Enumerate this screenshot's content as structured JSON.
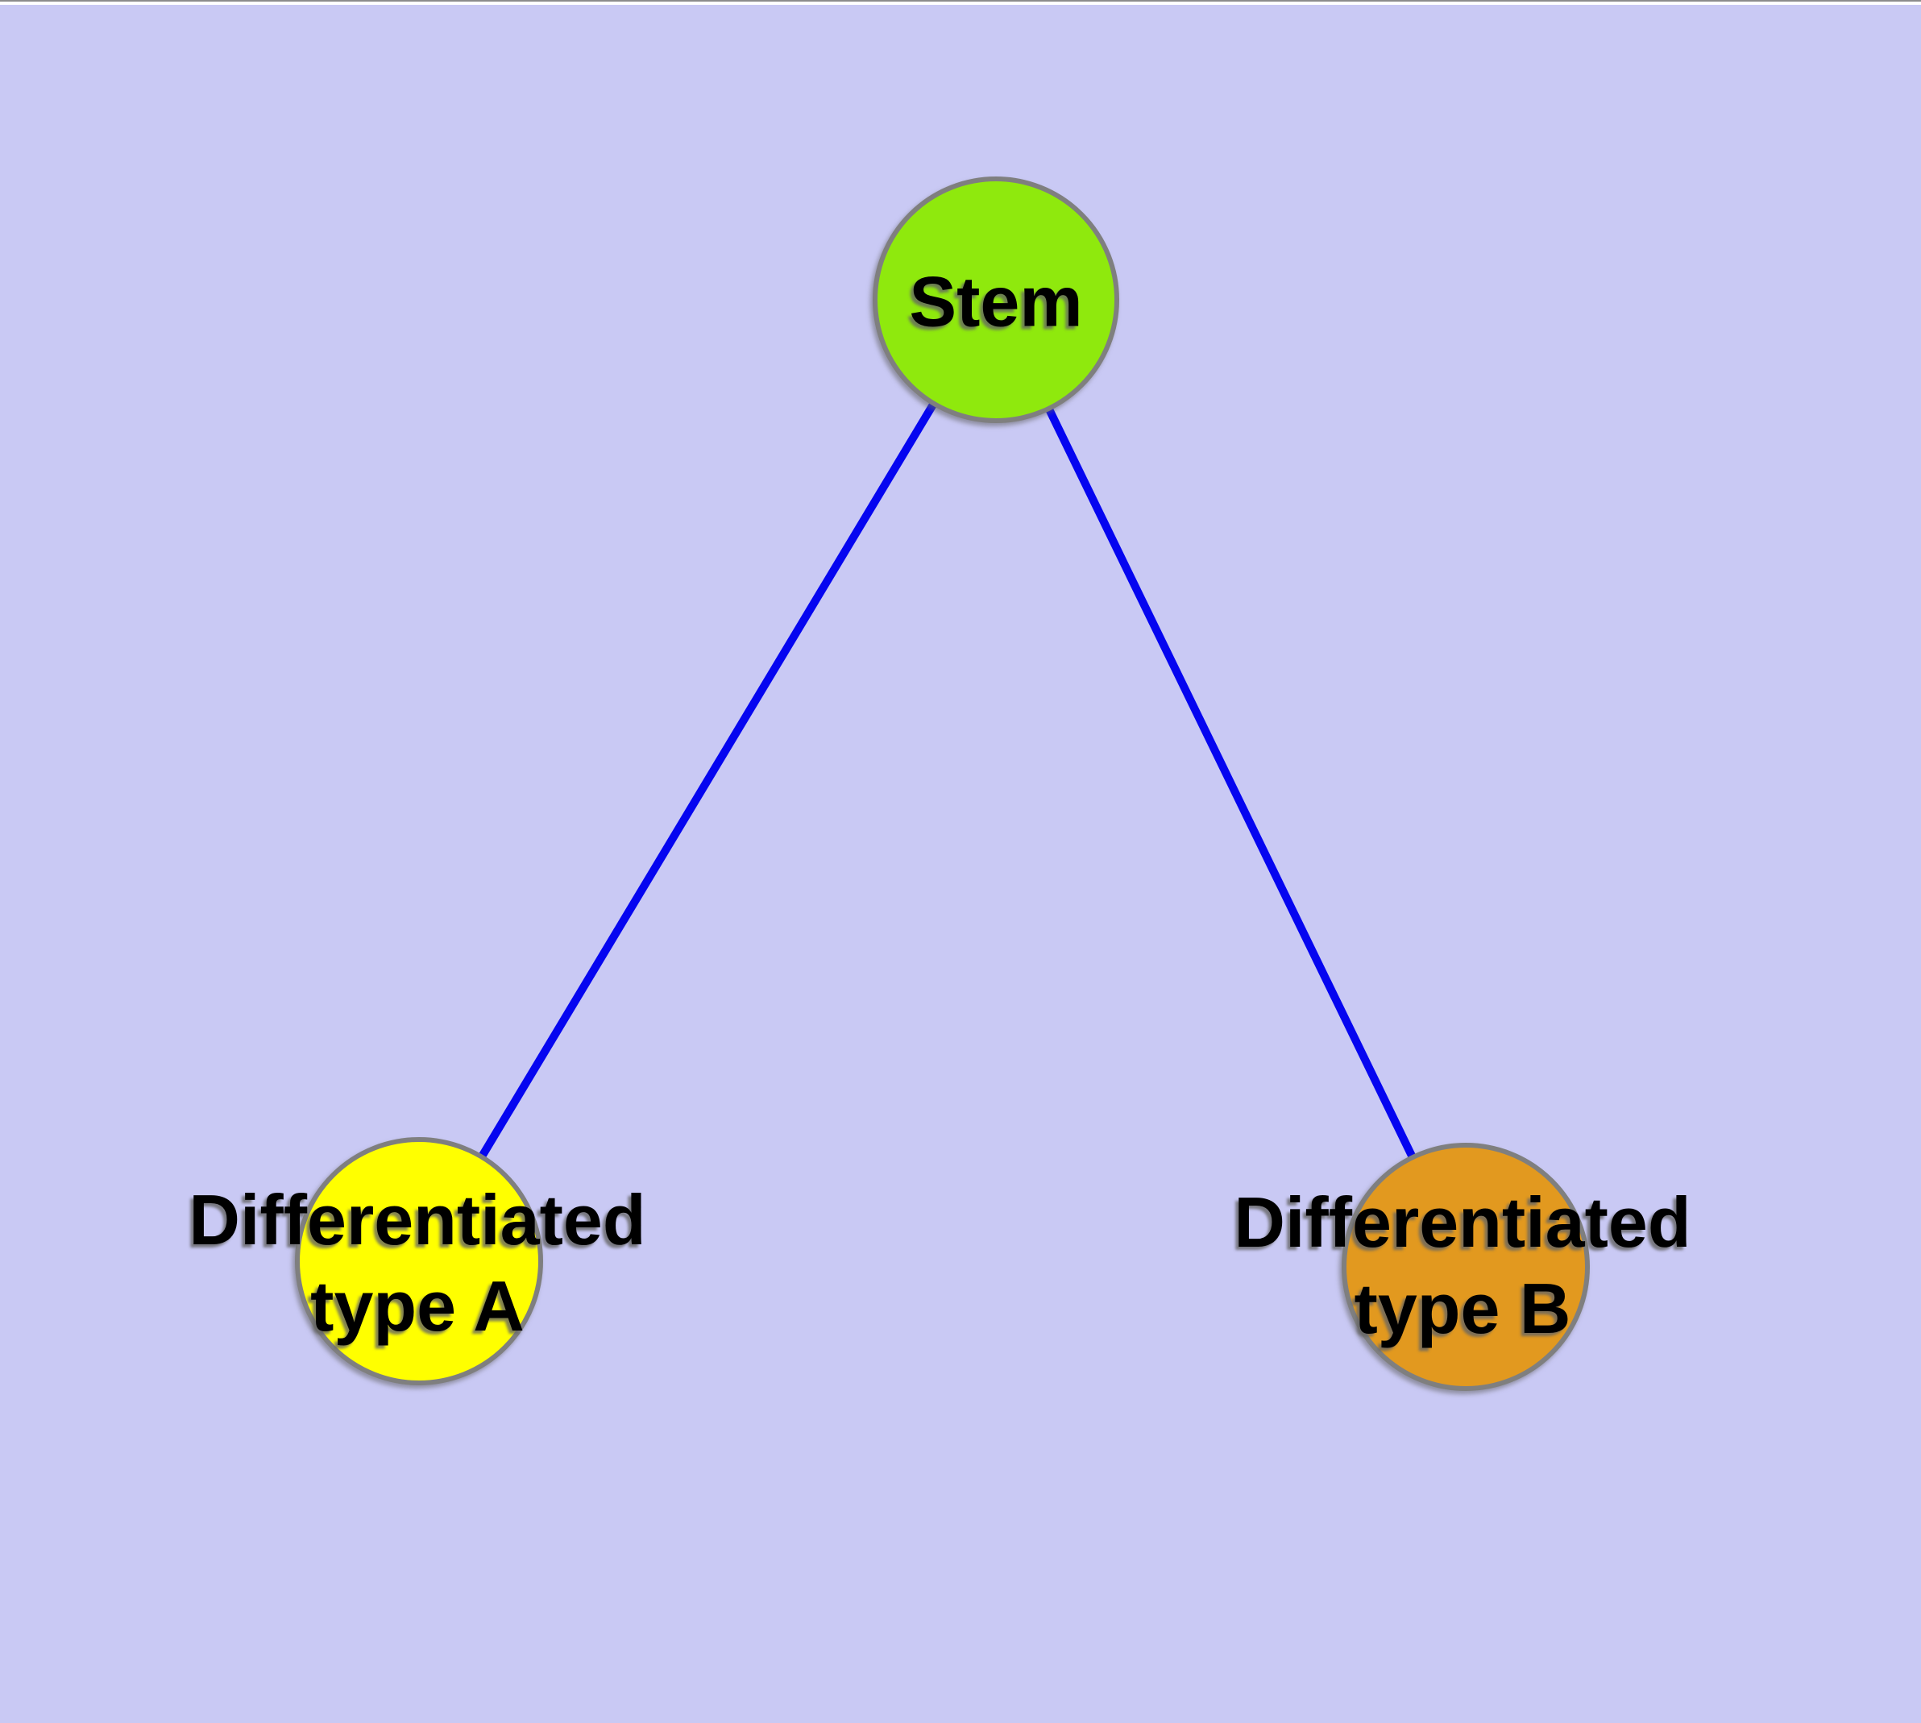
{
  "diagram": {
    "background_color": "#c9c9f4",
    "node_border_color": "#7f7f7f",
    "edge_color": "#0505f0",
    "text_color": "#000000",
    "nodes": [
      {
        "id": "stem",
        "label": "Stem",
        "fill": "#8fe90d"
      },
      {
        "id": "typeA",
        "label": "Differentiated\ntype A",
        "fill": "#ffff00"
      },
      {
        "id": "typeB",
        "label": "Differentiated\ntype B",
        "fill": "#e2991f"
      }
    ],
    "edges": [
      {
        "from": "stem",
        "to": "typeA"
      },
      {
        "from": "stem",
        "to": "typeB"
      }
    ]
  }
}
